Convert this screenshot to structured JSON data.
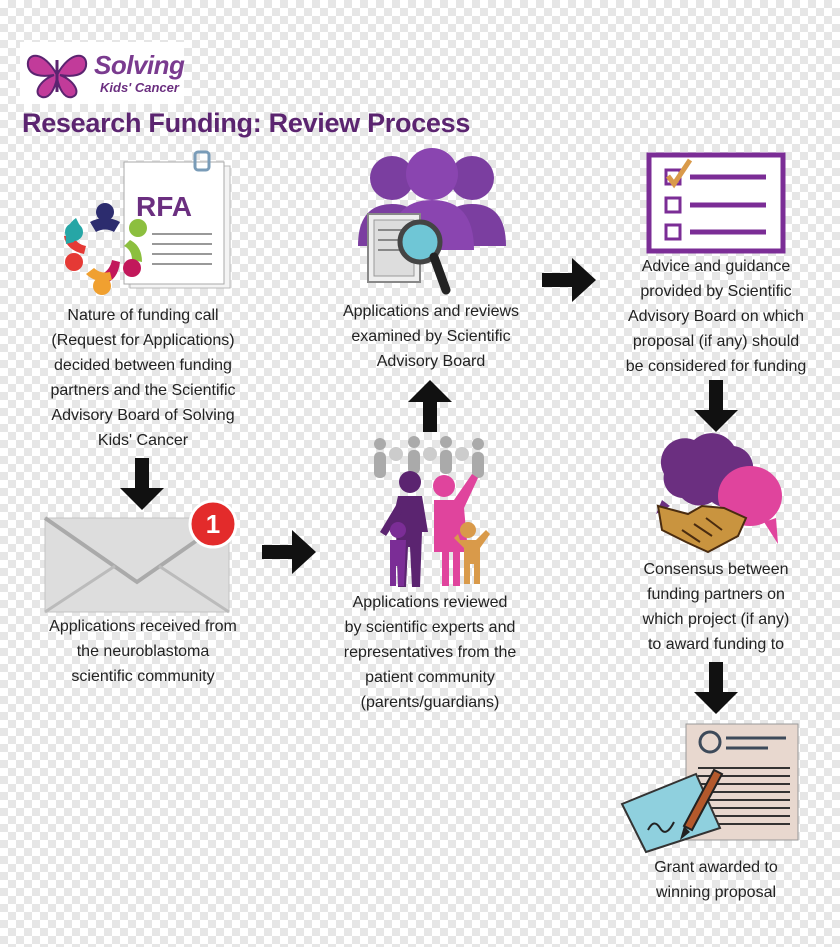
{
  "logo": {
    "name": "Solving",
    "sub": "Kids' Cancer"
  },
  "title": "Research Funding: Review Process",
  "steps": {
    "rfa": {
      "icon_text": "RFA",
      "caption": "Nature of funding call\n(Request for Applications)\ndecided between funding\npartners and the Scientific\nAdvisory Board of Solving\nKids' Cancer"
    },
    "received": {
      "badge": "1",
      "caption": "Applications received from\nthe neuroblastoma\nscientific community"
    },
    "reviewed": {
      "caption": "Applications reviewed\nby scientific experts and\nrepresentatives from the\npatient community\n(parents/guardians)"
    },
    "examined": {
      "caption": "Applications and reviews\nexamined by Scientific\nAdvisory Board"
    },
    "advice": {
      "caption": "Advice and guidance\nprovided  by Scientific\nAdvisory Board on which\nproposal (if any) should\nbe considered for funding"
    },
    "consensus": {
      "caption": "Consensus between\nfunding partners on\nwhich project (if any)\nto award funding to"
    },
    "grant": {
      "caption": "Grant awarded to\nwinning proposal"
    }
  },
  "colors": {
    "purple": "#7b2d96",
    "accent": "#9b4fb5",
    "pink": "#e0449d",
    "red": "#e53935",
    "gold": "#c9943f"
  },
  "icons": [
    "butterfly-icon",
    "rfa-document-icon",
    "envelope-icon",
    "family-icon",
    "crowd-icon",
    "board-magnifier-icon",
    "checklist-icon",
    "handshake-speech-icon",
    "check-grant-icon",
    "arrow-icon"
  ]
}
